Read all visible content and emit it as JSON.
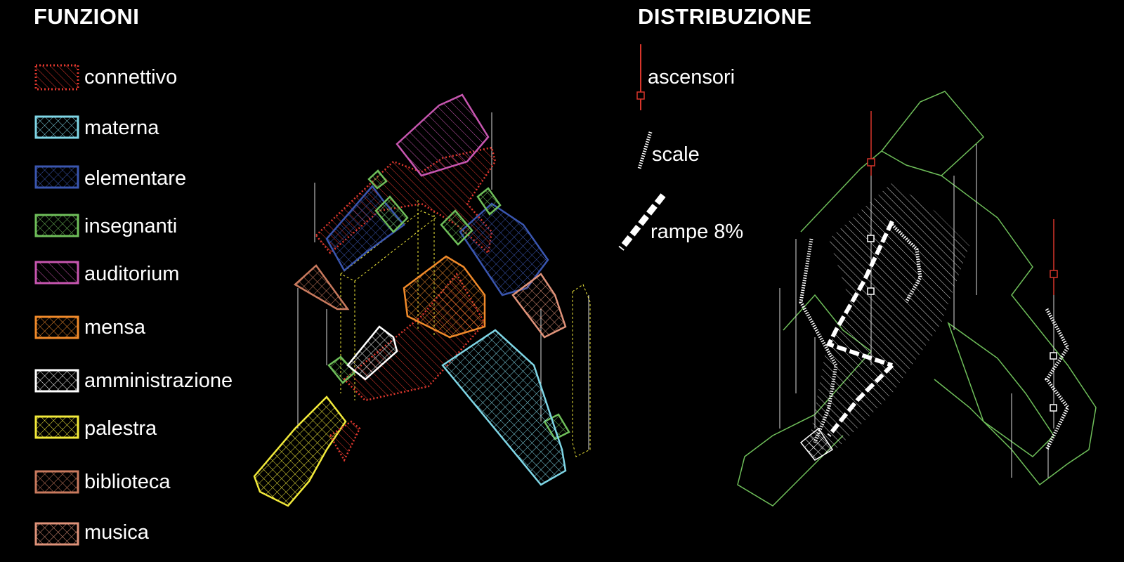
{
  "funzioni": {
    "title": "FUNZIONI",
    "items": [
      {
        "label": "connettivo",
        "color": "#e0382e",
        "pattern": "hatch"
      },
      {
        "label": "materna",
        "color": "#7fd6e6",
        "pattern": "cross"
      },
      {
        "label": "elementare",
        "color": "#3a56b0",
        "pattern": "cross"
      },
      {
        "label": "insegnanti",
        "color": "#6fbf5a",
        "pattern": "cross"
      },
      {
        "label": "auditorium",
        "color": "#c756b0",
        "pattern": "hatch"
      },
      {
        "label": "mensa",
        "color": "#f08a2a",
        "pattern": "cross"
      },
      {
        "label": "amministrazione",
        "color": "#ffffff",
        "pattern": "cross"
      },
      {
        "label": "palestra",
        "color": "#f2ea3a",
        "pattern": "cross"
      },
      {
        "label": "biblioteca",
        "color": "#c97a5e",
        "pattern": "cross"
      },
      {
        "label": "musica",
        "color": "#e0937a",
        "pattern": "cross"
      }
    ]
  },
  "distribuzione": {
    "title": "DISTRIBUZIONE",
    "items": [
      {
        "label": "ascensori",
        "color": "#d8352b"
      },
      {
        "label": "scale",
        "color": "#ffffff"
      },
      {
        "label": "rampe 8%",
        "color": "#ffffff"
      }
    ]
  }
}
